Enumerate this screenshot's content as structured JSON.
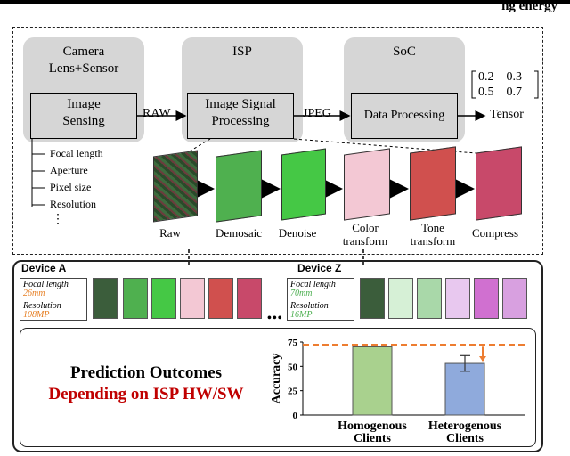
{
  "header": {
    "title": "ng energy"
  },
  "pipeline": {
    "camera": {
      "title": "Camera Lens+Sensor",
      "block": "Image Sensing"
    },
    "isp": {
      "title": "ISP",
      "block": "Image Signal Processing"
    },
    "soc": {
      "title": "SoC",
      "block": "Data Processing"
    },
    "arrows": {
      "raw": "RAW",
      "jpeg": "JPEG",
      "tensor": "Tensor"
    },
    "matrix": [
      "0.2",
      "0.3",
      "0.5",
      "0.7"
    ],
    "params": [
      "Focal length",
      "Aperture",
      "Pixel size",
      "Resolution",
      "⋮"
    ],
    "stages": [
      "Raw",
      "Demosaic",
      "Denoise",
      "Color transform",
      "Tone transform",
      "Compress"
    ],
    "stage_colors": [
      "#3b5d3b",
      "#4fb04f",
      "#45c845",
      "#f3c8d4",
      "#d0504e",
      "#c8496a"
    ]
  },
  "devices": {
    "a": {
      "name": "Device A",
      "focal_label": "Focal length",
      "focal_value": "26mm",
      "res_label": "Resolution",
      "res_value": "108MP",
      "value_color": "#e67e22"
    },
    "z": {
      "name": "Device Z",
      "focal_label": "Focal length",
      "focal_value": "70mm",
      "res_label": "Resolution",
      "res_value": "16MP",
      "value_color": "#4caf50"
    },
    "dots": "•••"
  },
  "outcomes": {
    "line1": "Prediction Outcomes",
    "line2": "Depending on ISP HW/SW"
  },
  "chart_data": {
    "type": "bar",
    "categories": [
      "Homogenous Clients",
      "Heterogenous Clients"
    ],
    "values": [
      70,
      53
    ],
    "error": [
      null,
      8
    ],
    "reference_line": 72,
    "ylabel": "Accuracy",
    "ylim": [
      0,
      75
    ],
    "yticks": [
      0,
      25,
      50,
      75
    ],
    "colors": [
      "#a9d18e",
      "#8faadc"
    ],
    "line_color": "#ed7d31"
  }
}
